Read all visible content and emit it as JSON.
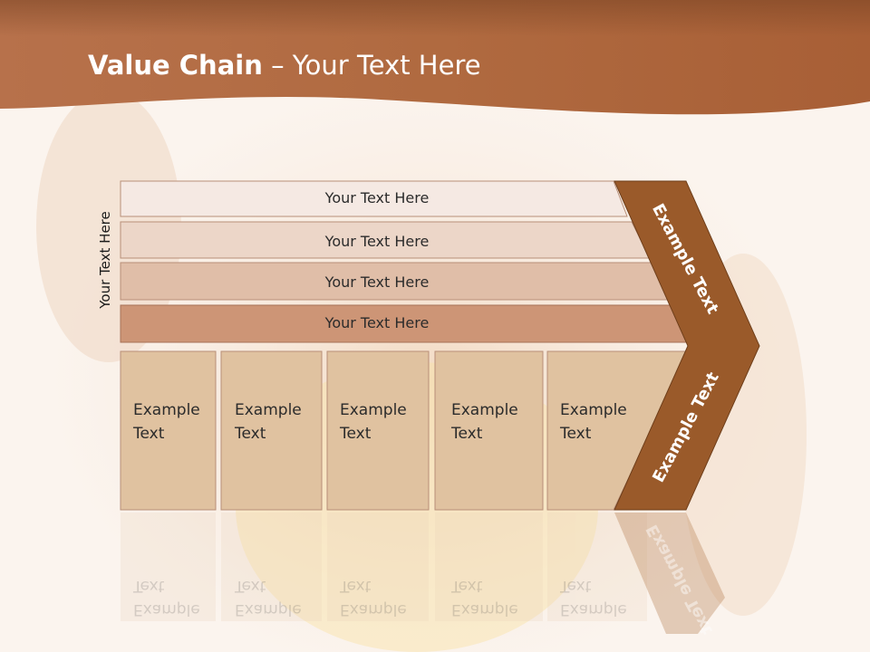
{
  "header": {
    "title_bold": "Value Chain",
    "title_rest": " – Your Text Here"
  },
  "side_label": "Your Text Here",
  "support_bars": [
    {
      "label": "Your Text Here"
    },
    {
      "label": "Your Text Here"
    },
    {
      "label": "Your Text Here"
    },
    {
      "label": "Your Text Here"
    }
  ],
  "primary_boxes": [
    {
      "line1": "Example",
      "line2": "Text"
    },
    {
      "line1": "Example",
      "line2": "Text"
    },
    {
      "line1": "Example",
      "line2": "Text"
    },
    {
      "line1": "Example",
      "line2": "Text"
    },
    {
      "line1": "Example",
      "line2": "Text"
    }
  ],
  "chevron": {
    "upper_label": "Example Text",
    "lower_label": "Example Text"
  },
  "colors": {
    "header": "#b06a40",
    "chevron": "#9a5a2a",
    "bar1": "#f5e9e3",
    "bar2": "#ecd6c8",
    "bar3": "#e0bea8",
    "bar4": "#cd9576",
    "box": "#e0c2a0"
  }
}
